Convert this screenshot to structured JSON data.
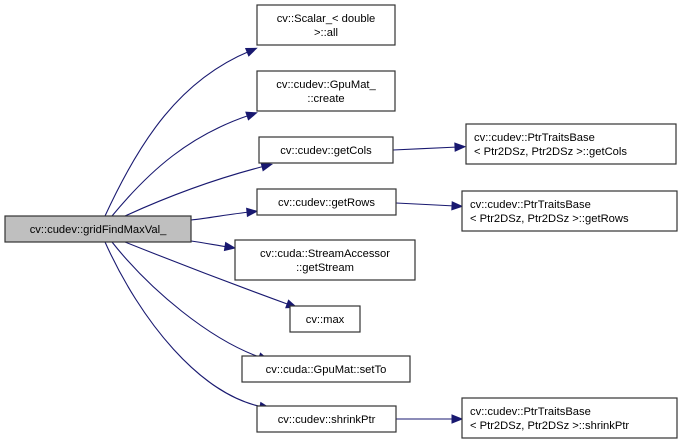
{
  "diagram": {
    "type": "call-graph",
    "colors": {
      "root_fill": "#bfbfbf",
      "node_fill": "#ffffff",
      "node_border": "#333333",
      "edge": "#191970"
    },
    "nodes": [
      {
        "id": "root",
        "lines": [
          "cv::cudev::gridFindMaxVal_"
        ],
        "root": true
      },
      {
        "id": "scalar_all",
        "lines": [
          "cv::Scalar_< double",
          ">::all"
        ]
      },
      {
        "id": "gpumat_create",
        "lines": [
          "cv::cudev::GpuMat_",
          "::create"
        ]
      },
      {
        "id": "getcols",
        "lines": [
          "cv::cudev::getCols"
        ]
      },
      {
        "id": "getrows",
        "lines": [
          "cv::cudev::getRows"
        ]
      },
      {
        "id": "getstream",
        "lines": [
          "cv::cuda::StreamAccessor",
          "::getStream"
        ]
      },
      {
        "id": "max",
        "lines": [
          "cv::max"
        ]
      },
      {
        "id": "setto",
        "lines": [
          "cv::cuda::GpuMat::setTo"
        ]
      },
      {
        "id": "shrinkptr",
        "lines": [
          "cv::cudev::shrinkPtr"
        ]
      },
      {
        "id": "traits_getcols",
        "lines": [
          "cv::cudev::PtrTraitsBase",
          "< Ptr2DSz, Ptr2DSz >::getCols"
        ]
      },
      {
        "id": "traits_getrows",
        "lines": [
          "cv::cudev::PtrTraitsBase",
          "< Ptr2DSz, Ptr2DSz >::getRows"
        ]
      },
      {
        "id": "traits_shrinkptr",
        "lines": [
          "cv::cudev::PtrTraitsBase",
          "< Ptr2DSz, Ptr2DSz >::shrinkPtr"
        ]
      }
    ],
    "edges": [
      {
        "from": "root",
        "to": "scalar_all"
      },
      {
        "from": "root",
        "to": "gpumat_create"
      },
      {
        "from": "root",
        "to": "getcols"
      },
      {
        "from": "root",
        "to": "getrows"
      },
      {
        "from": "root",
        "to": "getstream"
      },
      {
        "from": "root",
        "to": "max"
      },
      {
        "from": "root",
        "to": "setto"
      },
      {
        "from": "root",
        "to": "shrinkptr"
      },
      {
        "from": "getcols",
        "to": "traits_getcols"
      },
      {
        "from": "getrows",
        "to": "traits_getrows"
      },
      {
        "from": "shrinkptr",
        "to": "traits_shrinkptr"
      }
    ]
  }
}
